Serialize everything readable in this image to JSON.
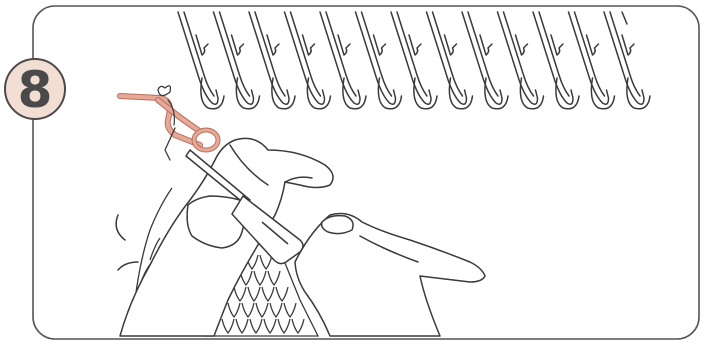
{
  "step": {
    "number": "8"
  },
  "colors": {
    "line": "#3a3a3a",
    "panel_border": "#555555",
    "badge_fill": "#f3ded3",
    "badge_text": "#4a4a4a",
    "yarn": "#e8a898",
    "yarn_outline": "#b5705e"
  },
  "icons": {
    "needle_bed": "knitting-machine-needle-bed",
    "hands": "hands-holding-latch-tool",
    "fabric": "knitted-fabric"
  }
}
